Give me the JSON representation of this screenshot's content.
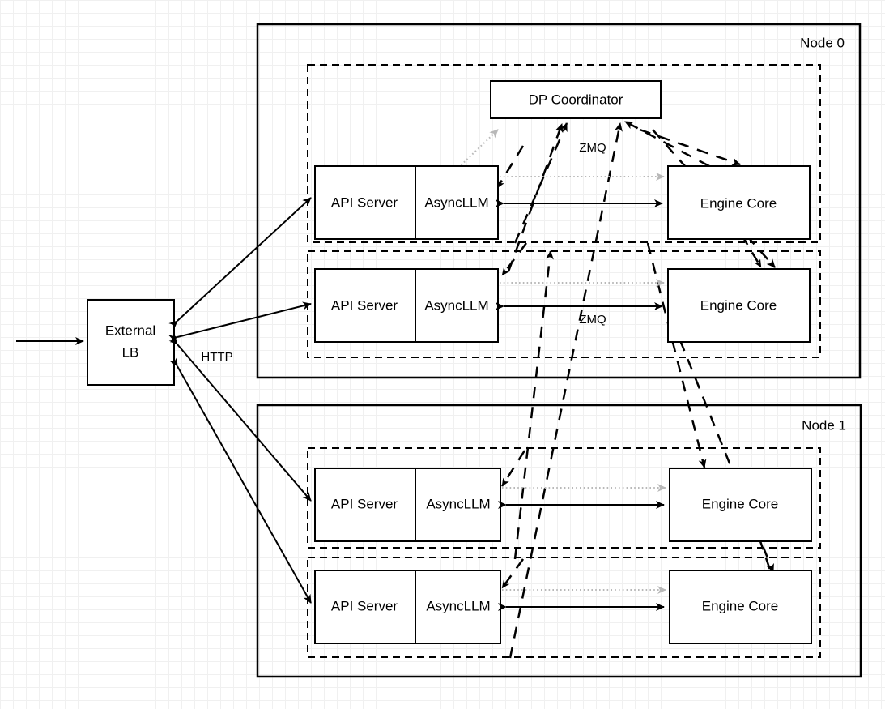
{
  "diagram": {
    "title": "vLLM data-parallel deployment topology",
    "background": "#ffffff",
    "grid_minor_color": "#f0f0f0",
    "grid_major_color": "#e2e2e2",
    "stroke_color": "#000000",
    "dotted_edge_color": "#b8b8b8"
  },
  "external": {
    "lb": {
      "line1": "External",
      "line2": "LB"
    },
    "http_label": "HTTP"
  },
  "coordinator": {
    "label": "DP Coordinator"
  },
  "edge_labels": {
    "zmq_top": "ZMQ",
    "zmq_mid": "ZMQ"
  },
  "nodes": [
    {
      "name": "Node 0",
      "replicas": [
        {
          "api_server": "API Server",
          "async_llm": "AsyncLLM",
          "engine_core": "Engine Core"
        },
        {
          "api_server": "API Server",
          "async_llm": "AsyncLLM",
          "engine_core": "Engine Core"
        }
      ]
    },
    {
      "name": "Node 1",
      "replicas": [
        {
          "api_server": "API Server",
          "async_llm": "AsyncLLM",
          "engine_core": "Engine Core"
        },
        {
          "api_server": "API Server",
          "async_llm": "AsyncLLM",
          "engine_core": "Engine Core"
        }
      ]
    }
  ]
}
